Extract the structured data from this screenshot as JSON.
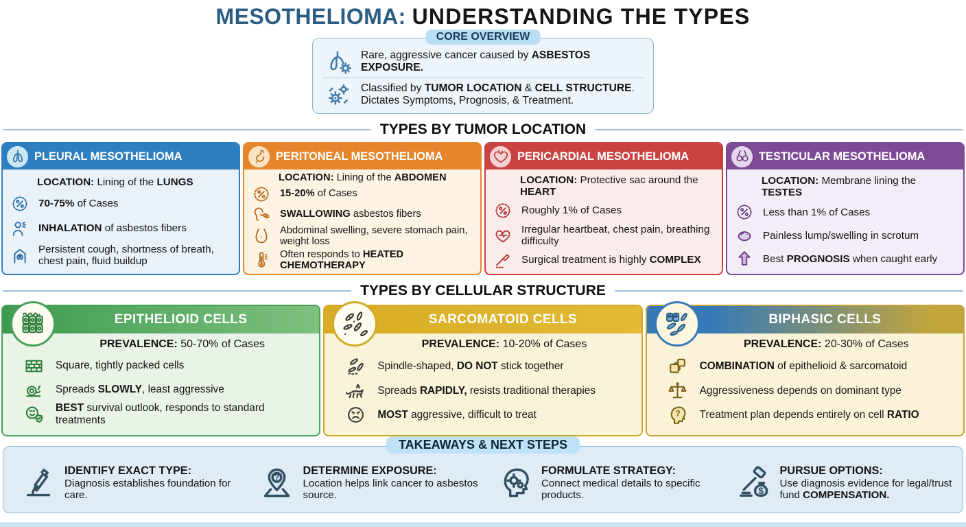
{
  "title": {
    "accent": "MESOTHELIOMA:",
    "rest": "UNDERSTANDING THE TYPES"
  },
  "colors": {
    "accent_navy": "#2b5c82",
    "pleural_blue": "#2e7fc0",
    "peritoneal_orange": "#e5862d",
    "pericardial_red": "#c94343",
    "testicular_purple": "#7d4b95",
    "epithelioid_green": "#46a258",
    "sarcomatoid_gold": "#d2ab28",
    "biphasic_blue_gold": "#3679b7 → #c2a63d",
    "takeaways_pill_blue": "#bfe2f6"
  },
  "core_overview": {
    "label": "CORE OVERVIEW",
    "rows": [
      {
        "icon": "lungs-virus-icon",
        "text": [
          {
            "t": "Rare, aggressive cancer caused by "
          },
          {
            "t": "ASBESTOS EXPOSURE.",
            "b": true
          }
        ]
      },
      {
        "icon": "gears-icon",
        "text": [
          {
            "t": "Classified by "
          },
          {
            "t": "TUMOR LOCATION",
            "b": true
          },
          {
            "t": " & "
          },
          {
            "t": "CELL STRUCTURE",
            "b": true
          },
          {
            "t": "."
          }
        ],
        "text2": [
          {
            "t": "Dictates Symptoms, Prognosis, & Treatment."
          }
        ]
      }
    ]
  },
  "location_section": {
    "heading": "TYPES BY TUMOR LOCATION",
    "cards": [
      {
        "title": "PLEURAL MESOTHELIOMA",
        "icon": "lungs-icon",
        "location": [
          {
            "t": "LOCATION:",
            "b": true
          },
          {
            "t": " Lining of the "
          },
          {
            "t": "LUNGS",
            "b": true
          }
        ],
        "rows": [
          {
            "icon": "percent-badge-icon",
            "text": [
              {
                "t": "70-75%",
                "b": true
              },
              {
                "t": " of Cases"
              }
            ]
          },
          {
            "icon": "inhalation-icon",
            "text": [
              {
                "t": "INHALATION",
                "b": true
              },
              {
                "t": " of asbestos fibers"
              }
            ]
          },
          {
            "icon": "chest-symptoms-icon",
            "text": [
              {
                "t": "Persistent cough, shortness of breath, chest pain, fluid buildup"
              }
            ]
          }
        ]
      },
      {
        "title": "PERITONEAL MESOTHELIOMA",
        "icon": "stomach-icon",
        "location": [
          {
            "t": "LOCATION:",
            "b": true
          },
          {
            "t": " Lining of the "
          },
          {
            "t": "ABDOMEN",
            "b": true
          }
        ],
        "rows": [
          {
            "icon": "percent-badge-icon",
            "text": [
              {
                "t": "15-20%",
                "b": true
              },
              {
                "t": " of Cases"
              }
            ]
          },
          {
            "icon": "swallowing-icon",
            "text": [
              {
                "t": "SWALLOWING",
                "b": true
              },
              {
                "t": " asbestos fibers"
              }
            ]
          },
          {
            "icon": "abdomen-swelling-icon",
            "text": [
              {
                "t": "Abdominal swelling, severe stomach pain, weight loss"
              }
            ]
          },
          {
            "icon": "thermometer-icon",
            "text": [
              {
                "t": "Often responds to "
              },
              {
                "t": "HEATED CHEMOTHERAPY",
                "b": true
              }
            ]
          }
        ]
      },
      {
        "title": "PERICARDIAL MESOTHELIOMA",
        "icon": "heart-icon",
        "location": [
          {
            "t": "LOCATION:",
            "b": true
          },
          {
            "t": " Protective sac around the "
          },
          {
            "t": "HEART",
            "b": true
          }
        ],
        "rows": [
          {
            "icon": "percent-badge-icon",
            "text": [
              {
                "t": "Roughly 1% of Cases"
              }
            ]
          },
          {
            "icon": "heartbeat-icon",
            "text": [
              {
                "t": "Irregular heartbeat, chest pain, breathing difficulty"
              }
            ]
          },
          {
            "icon": "scalpel-icon",
            "text": [
              {
                "t": "Surgical treatment is highly "
              },
              {
                "t": "COMPLEX",
                "b": true
              }
            ]
          }
        ]
      },
      {
        "title": "TESTICULAR MESOTHELIOMA",
        "icon": "testes-icon",
        "location": [
          {
            "t": "LOCATION:",
            "b": true
          },
          {
            "t": " Membrane lining the "
          },
          {
            "t": "TESTES",
            "b": true
          }
        ],
        "rows": [
          {
            "icon": "percent-badge-icon",
            "text": [
              {
                "t": "Less than 1% of Cases"
              }
            ]
          },
          {
            "icon": "lump-icon",
            "text": [
              {
                "t": "Painless lump/swelling in scrotum"
              }
            ]
          },
          {
            "icon": "arrow-up-icon",
            "text": [
              {
                "t": "Best "
              },
              {
                "t": "PROGNOSIS",
                "b": true
              },
              {
                "t": " when caught early"
              }
            ]
          }
        ]
      }
    ]
  },
  "cell_section": {
    "heading": "TYPES BY CELLULAR STRUCTURE",
    "cards": [
      {
        "title": "EPITHELIOID CELLS",
        "icon": "epithelioid-cells-icon",
        "prevalence": [
          {
            "t": "PREVALENCE:",
            "b": true
          },
          {
            "t": " 50-70% of Cases"
          }
        ],
        "rows": [
          {
            "icon": "brick-wall-icon",
            "text": [
              {
                "t": "Square, tightly packed cells"
              }
            ]
          },
          {
            "icon": "snail-icon",
            "text": [
              {
                "t": "Spreads "
              },
              {
                "t": "SLOWLY",
                "b": true
              },
              {
                "t": ", least aggressive"
              }
            ]
          },
          {
            "icon": "smiley-shield-icon",
            "text": [
              {
                "t": "BEST",
                "b": true
              },
              {
                "t": " survival outlook, responds to standard treatments"
              }
            ]
          }
        ]
      },
      {
        "title": "SARCOMATOID CELLS",
        "icon": "sarcomatoid-cells-icon",
        "prevalence": [
          {
            "t": "PREVALENCE:",
            "b": true
          },
          {
            "t": " 10-20% of Cases"
          }
        ],
        "rows": [
          {
            "icon": "spindle-cells-icon",
            "text": [
              {
                "t": "Spindle-shaped, "
              },
              {
                "t": "DO NOT",
                "b": true
              },
              {
                "t": " stick together"
              }
            ]
          },
          {
            "icon": "cheetah-icon",
            "text": [
              {
                "t": "Spreads "
              },
              {
                "t": "RAPIDLY,",
                "b": true
              },
              {
                "t": " resists traditional therapies"
              }
            ]
          },
          {
            "icon": "sad-face-icon",
            "text": [
              {
                "t": "MOST",
                "b": true
              },
              {
                "t": " aggressive, difficult to treat"
              }
            ]
          }
        ]
      },
      {
        "title": "BIPHASIC CELLS",
        "icon": "biphasic-cells-icon",
        "prevalence": [
          {
            "t": "PREVALENCE:",
            "b": true
          },
          {
            "t": " 20-30% of Cases"
          }
        ],
        "rows": [
          {
            "icon": "puzzle-icon",
            "text": [
              {
                "t": "COMBINATION",
                "b": true
              },
              {
                "t": " of epithelioid & sarcomatoid"
              }
            ]
          },
          {
            "icon": "scales-icon",
            "text": [
              {
                "t": "Aggressiveness depends on dominant type"
              }
            ]
          },
          {
            "icon": "head-question-icon",
            "text": [
              {
                "t": "Treatment plan depends entirely on cell "
              },
              {
                "t": "RATIO",
                "b": true
              }
            ]
          }
        ]
      }
    ]
  },
  "takeaways": {
    "label": "TAKEAWAYS & NEXT STEPS",
    "items": [
      {
        "icon": "microscope-icon",
        "title": "IDENTIFY EXACT TYPE:",
        "text": [
          {
            "t": "Diagnosis establishes foundation for care."
          }
        ]
      },
      {
        "icon": "map-pin-icon",
        "title": "DETERMINE EXPOSURE:",
        "text": [
          {
            "t": "Location helps link cancer to asbestos source."
          }
        ]
      },
      {
        "icon": "head-gears-icon",
        "title": "FORMULATE STRATEGY:",
        "text": [
          {
            "t": "Connect medical details to specific products."
          }
        ]
      },
      {
        "icon": "gavel-icon",
        "title": "PURSUE OPTIONS:",
        "text": [
          {
            "t": "Use diagnosis evidence for legal/trust fund "
          },
          {
            "t": "COMPENSATION.",
            "b": true
          }
        ]
      }
    ]
  }
}
